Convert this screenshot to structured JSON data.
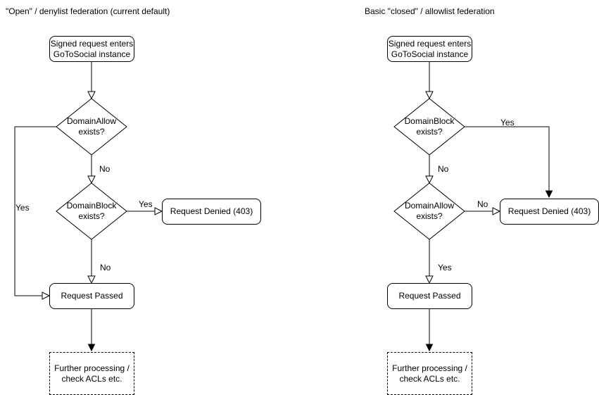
{
  "page": {
    "background": "#ffffff"
  },
  "diagram": {
    "stroke": "#000000",
    "text_color": "#000000",
    "node_fill": "#ffffff",
    "charts": [
      {
        "title": "\"Open\" / denylist federation (current default)",
        "nodes": {
          "start": {
            "line1": "Signed request enters",
            "line2": "GoToSocial instance"
          },
          "decision1": {
            "line1": "DomainAllow",
            "line2": "exists?"
          },
          "decision2": {
            "line1": "DomainBlock",
            "line2": "exists?"
          },
          "denied": {
            "label": "Request Denied (403)"
          },
          "passed": {
            "label": "Request Passed"
          },
          "further": {
            "line1": "Further processing /",
            "line2": "check ACLs etc."
          }
        },
        "labels": {
          "decision1_side": "Yes",
          "decision1_down": "No",
          "decision2_side": "Yes",
          "decision2_down": "No"
        }
      },
      {
        "title": "Basic \"closed\" / allowlist federation",
        "nodes": {
          "start": {
            "line1": "Signed request enters",
            "line2": "GoToSocial instance"
          },
          "decision1": {
            "line1": "DomainBlock",
            "line2": "exists?"
          },
          "decision2": {
            "line1": "DomainAllow",
            "line2": "exists?"
          },
          "denied": {
            "label": "Request Denied (403)"
          },
          "passed": {
            "label": "Request Passed"
          },
          "further": {
            "line1": "Further processing /",
            "line2": "check ACLs etc."
          }
        },
        "labels": {
          "decision1_side": "Yes",
          "decision1_down": "No",
          "decision2_side": "No",
          "decision2_down": "Yes"
        }
      }
    ]
  }
}
